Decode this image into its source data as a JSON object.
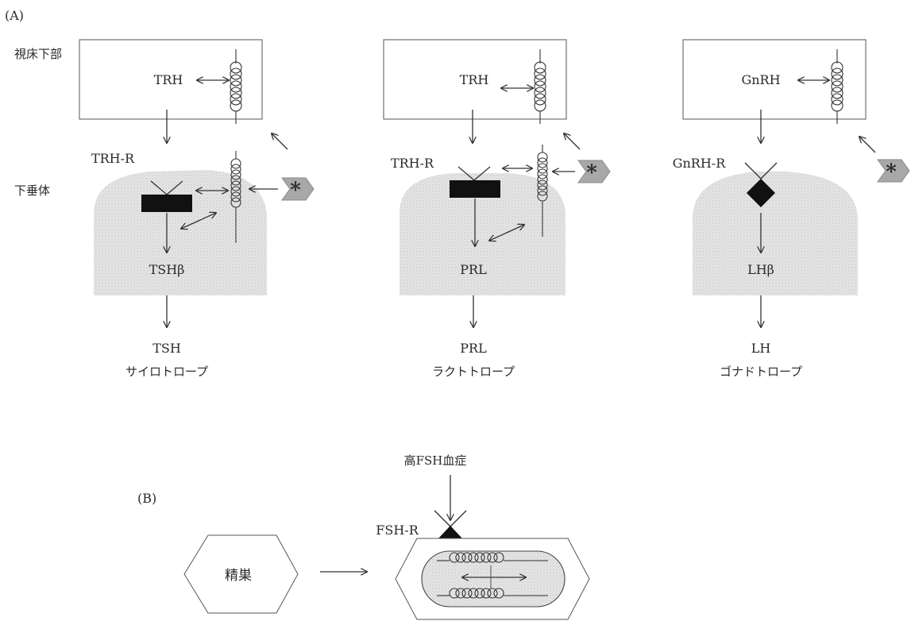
{
  "panel_a_label": "(A)",
  "panel_b_label": "(B)",
  "left_labels": {
    "hypothalamus": "視床下部",
    "pituitary": "下垂体"
  },
  "asterisk": "*",
  "cells": [
    {
      "hormone_top": "TRH",
      "receptor": "TRH-R",
      "subunit": "TSHβ",
      "hormone": "TSH",
      "cell_name": "サイロトロープ"
    },
    {
      "hormone_top": "TRH",
      "receptor": "TRH-R",
      "subunit": "PRL",
      "hormone": "PRL",
      "cell_name": "ラクトトロープ"
    },
    {
      "hormone_top": "GnRH",
      "receptor": "GnRH-R",
      "subunit": "LHβ",
      "hormone": "LH",
      "cell_name": "ゴナドトロープ"
    }
  ],
  "panel_b": {
    "condition": "高FSH血症",
    "receptor": "FSH-R",
    "organ": "精巣"
  },
  "colors": {
    "stipple": "#d9d9d9",
    "receptor_fill": "#111111",
    "chevron": "#a8a8a8"
  }
}
